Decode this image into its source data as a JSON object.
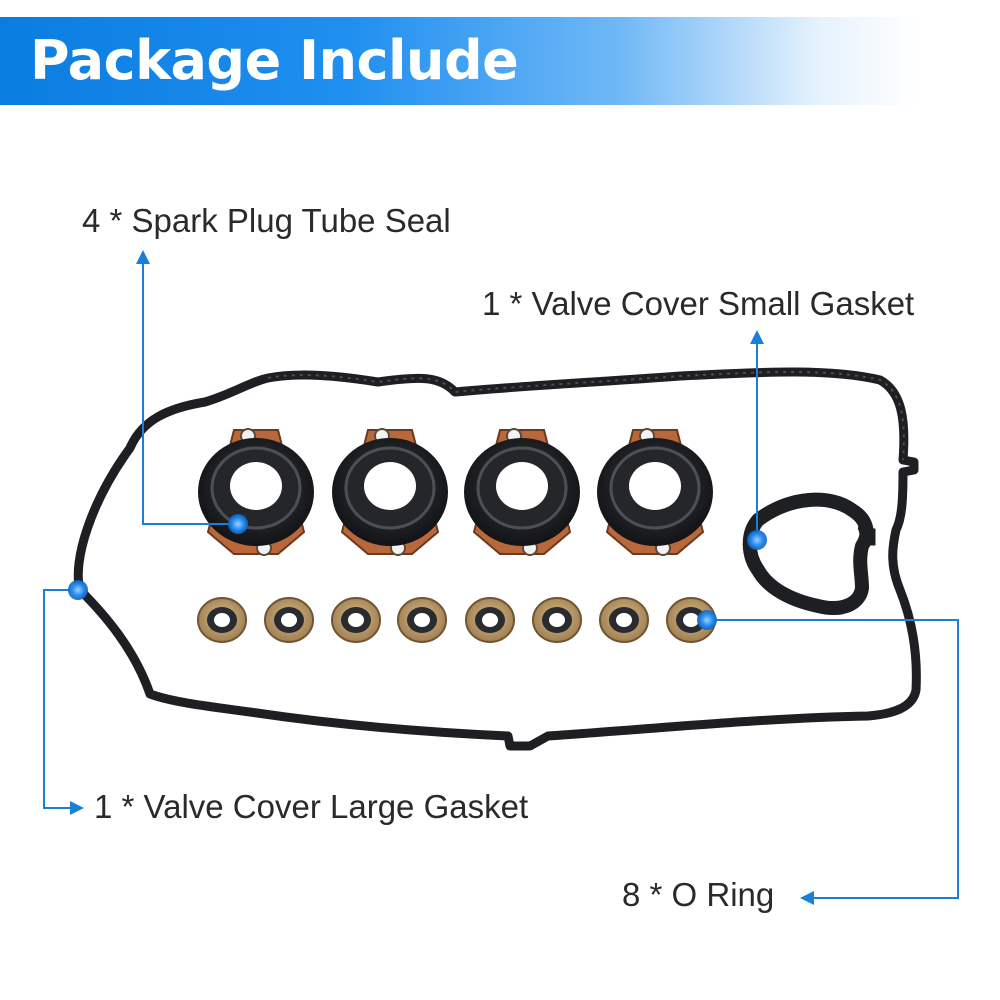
{
  "banner": {
    "title": "Package Include"
  },
  "callouts": {
    "spark_plug_tube_seal": "4 * Spark Plug Tube Seal",
    "valve_cover_small_gasket": "1 * Valve Cover Small Gasket",
    "valve_cover_large_gasket": "1 * Valve Cover Large Gasket",
    "o_ring": "8 * O Ring"
  },
  "colors": {
    "accent": "#1a7fd8",
    "banner_start": "#0a7de0",
    "gasket": "#1d1f22",
    "copper": "#b8683a"
  }
}
